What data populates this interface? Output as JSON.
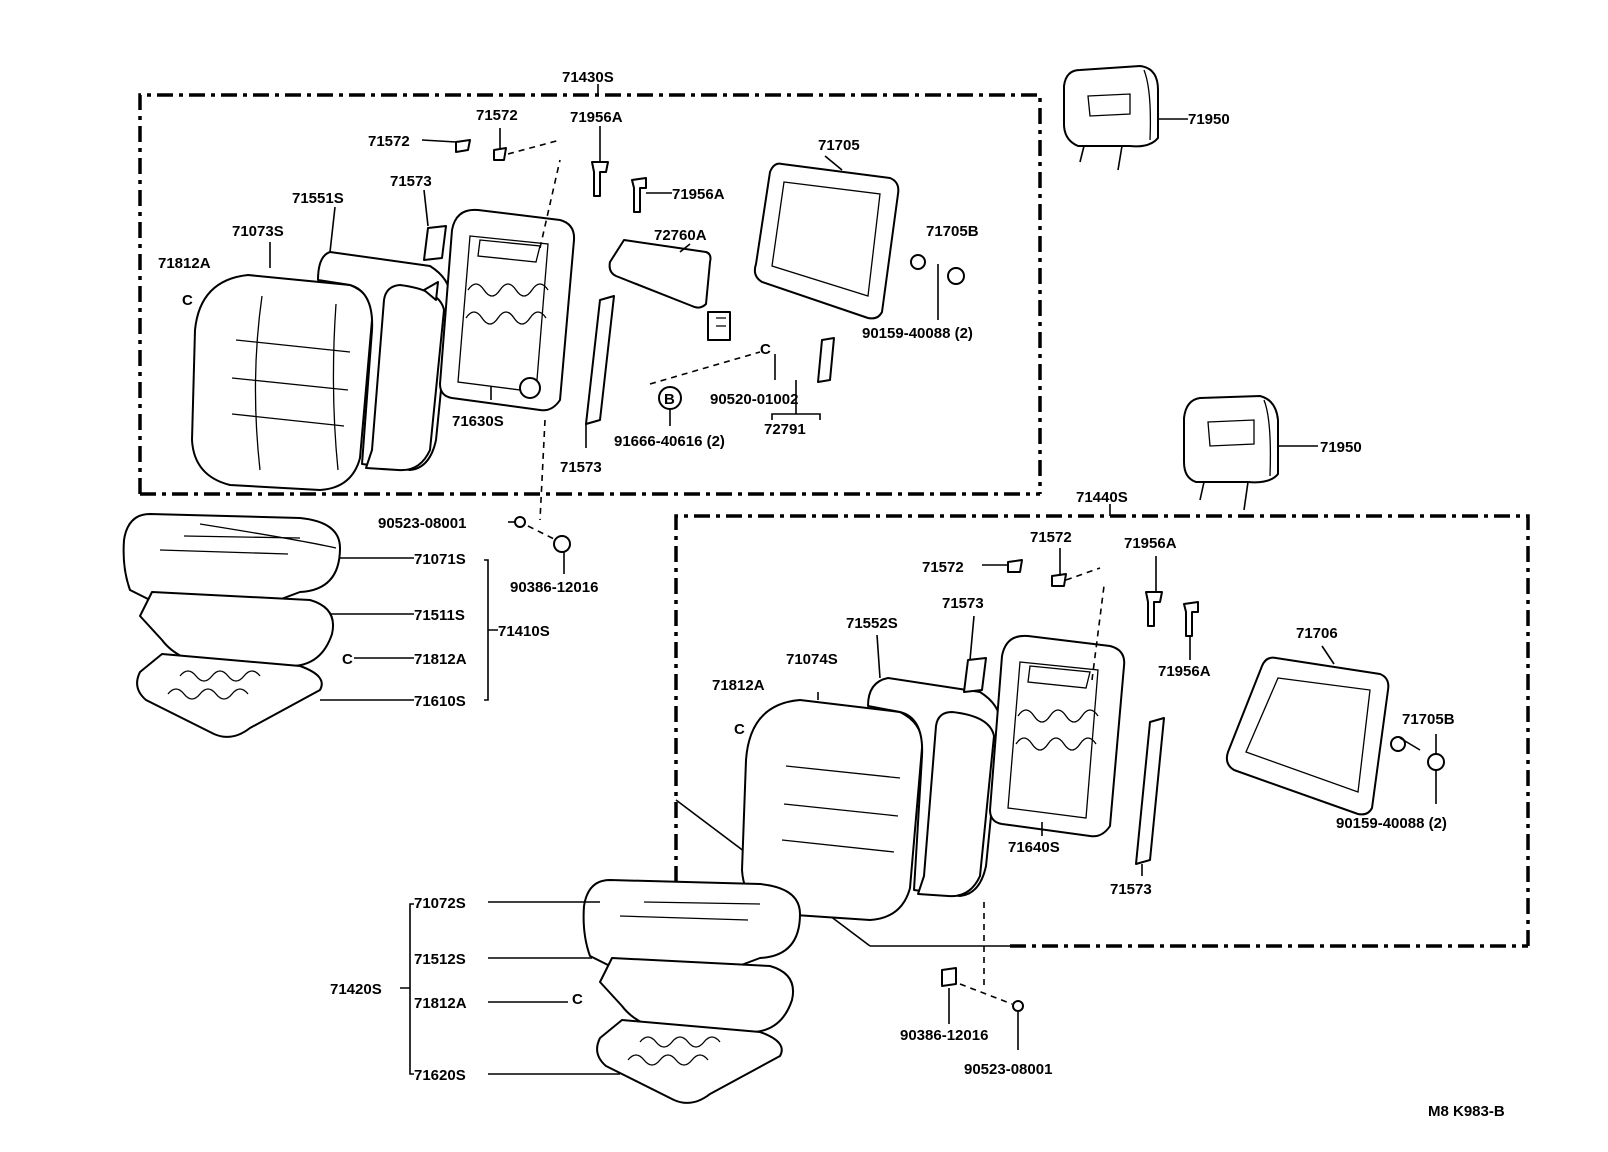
{
  "labels": {
    "a71430S": "71430S",
    "a71950_top": "71950",
    "a71572_l1": "71572",
    "a71572_l2": "71572",
    "a71956A_l1": "71956A",
    "a71956A_l2": "71956A",
    "a71705": "71705",
    "a71573_l1": "71573",
    "a71551S": "71551S",
    "a71073S": "71073S",
    "a72760A": "72760A",
    "a71705B_l": "71705B",
    "a71812A_l": "71812A",
    "a90159_l": "90159-40088 (2)",
    "a90520": "90520-01002",
    "a72791": "72791",
    "a91666": "91666-40616 (2)",
    "a71630S": "71630S",
    "a71573_l2": "71573",
    "aB": "B",
    "a71950_mid": "71950",
    "a71440S": "71440S",
    "a90523_l": "90523-08001",
    "a90386_l": "90386-12016",
    "a71071S": "71071S",
    "a71511S": "71511S",
    "a71410S": "71410S",
    "a71812A_l2": "71812A",
    "a71610S": "71610S",
    "a71572_r1": "71572",
    "a71572_r2": "71572",
    "a71956A_r1": "71956A",
    "a71956A_r2": "71956A",
    "a71573_r1": "71573",
    "a71552S": "71552S",
    "a71074S": "71074S",
    "a71706": "71706",
    "a71812A_r": "71812A",
    "a71705B_r": "71705B",
    "a90159_r": "90159-40088 (2)",
    "a71640S": "71640S",
    "a71573_r2": "71573",
    "a71072S": "71072S",
    "a71512S": "71512S",
    "a71420S": "71420S",
    "a71812A_b": "71812A",
    "a71620S": "71620S",
    "a90386_r": "90386-12016",
    "a90523_r": "90523-08001",
    "code": "M8 K983-B"
  }
}
